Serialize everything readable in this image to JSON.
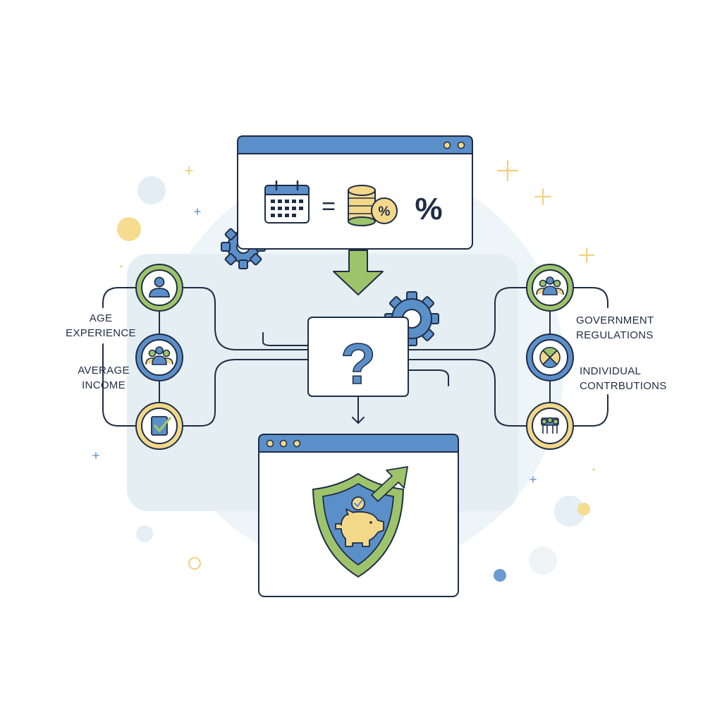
{
  "left_labels": {
    "group1": [
      "AGE",
      "EXPERIENCE"
    ],
    "group2": [
      "AVERAGE",
      "INCOME"
    ]
  },
  "right_labels": {
    "group1": [
      "GOVERNMENT",
      "REGULATIONS"
    ],
    "group2": [
      "INDIVIDUAL",
      "CONTRBUTIONS"
    ]
  },
  "formula": {
    "equals_symbol": "=",
    "percent_symbol": "%",
    "coin_badge": "%"
  },
  "center": {
    "question_mark": "?"
  },
  "colors": {
    "navy": "#1f2d45",
    "blue": "#5b8fc9",
    "green": "#9dc46b",
    "yellow": "#f3d88a",
    "pale_bg": "#e9f2f6"
  },
  "icons": {
    "left_nodes": [
      "person-icon",
      "group-icon",
      "checklist-icon"
    ],
    "right_nodes": [
      "group-icon",
      "pie-chart-icon",
      "team-meeting-icon"
    ],
    "formula": [
      "calendar-icon",
      "coin-stack-icon"
    ],
    "result": [
      "shield-icon",
      "piggy-bank-icon",
      "growth-arrow-icon"
    ],
    "decor": [
      "gear-icon",
      "down-arrow-icon",
      "sparkle-icon"
    ]
  }
}
